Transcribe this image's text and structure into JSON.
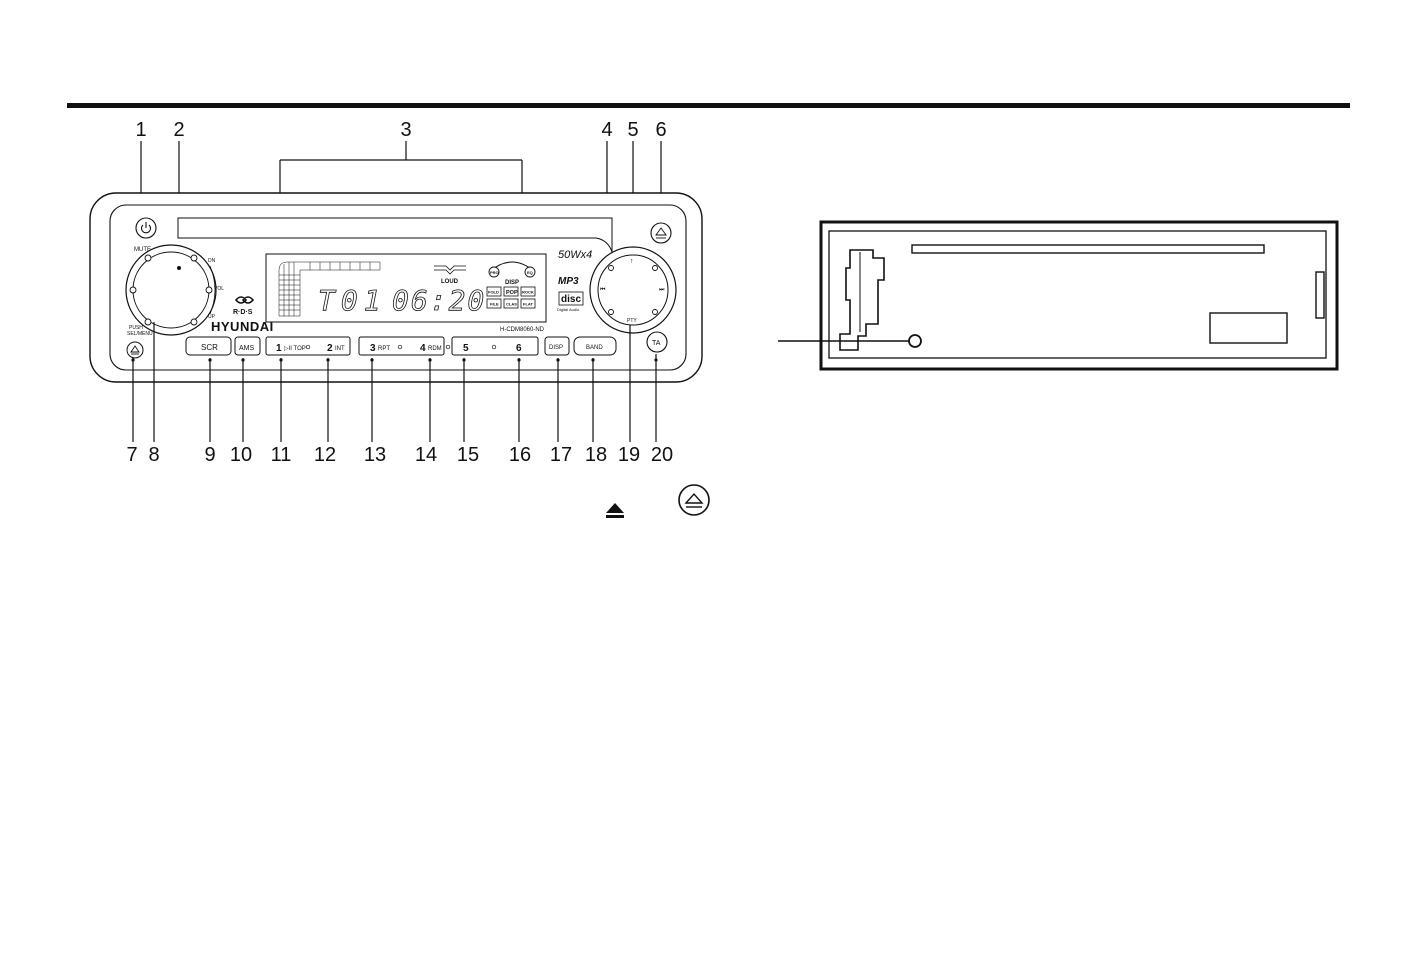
{
  "callout_numbers": [
    "1",
    "2",
    "3",
    "4",
    "5",
    "6",
    "7",
    "8",
    "9",
    "10",
    "11",
    "12",
    "13",
    "14",
    "15",
    "16",
    "17",
    "18",
    "19",
    "20"
  ],
  "panel": {
    "mute": "MUTE",
    "push_sel_menu_line1": "PUSH",
    "push_sel_menu_line2": "SEL/MENU",
    "dn": "DN",
    "vol": "VOL",
    "up": "UP",
    "rds": "R·D·S",
    "brand": "HYUNDAI",
    "power_rating": "50Wx4",
    "mp3": "MP3",
    "disc_word": "disc",
    "digital_audio": "Digital Audio",
    "model": "H-CDM8060-ND",
    "pty": "PTY",
    "ta": "TA",
    "tune_up": "↑",
    "seek_prev": "⏮",
    "seek_next": "⏭",
    "lcd": {
      "track": "T01",
      "time": "06:20",
      "loud": "LOUD",
      "disp": "DISP",
      "eq_buttons": [
        "FOLD",
        "POP",
        "ROCK",
        "FILE",
        "CLAS",
        "FLAT"
      ],
      "eq_badges": [
        "PRO",
        "EQ"
      ]
    },
    "buttons": {
      "scr": "SCR",
      "ams": "AMS",
      "b1_num": "1",
      "b1_sub": "▷II TOP",
      "b2_num": "2",
      "b2_sub": "INT",
      "b3_num": "3",
      "b3_sub": "RPT",
      "b4_num": "4",
      "b4_sub": "RDM",
      "b5_num": "5",
      "b6_num": "6",
      "disp": "DISP",
      "band": "BAND"
    }
  },
  "icons": {
    "power": "power-icon",
    "eject_small": "eject-icon",
    "eject_filled": "eject-triangle-icon",
    "eject_circle": "eject-circle-icon"
  },
  "colors": {
    "line": "#111111",
    "lcd_bg": "#ffffff"
  }
}
